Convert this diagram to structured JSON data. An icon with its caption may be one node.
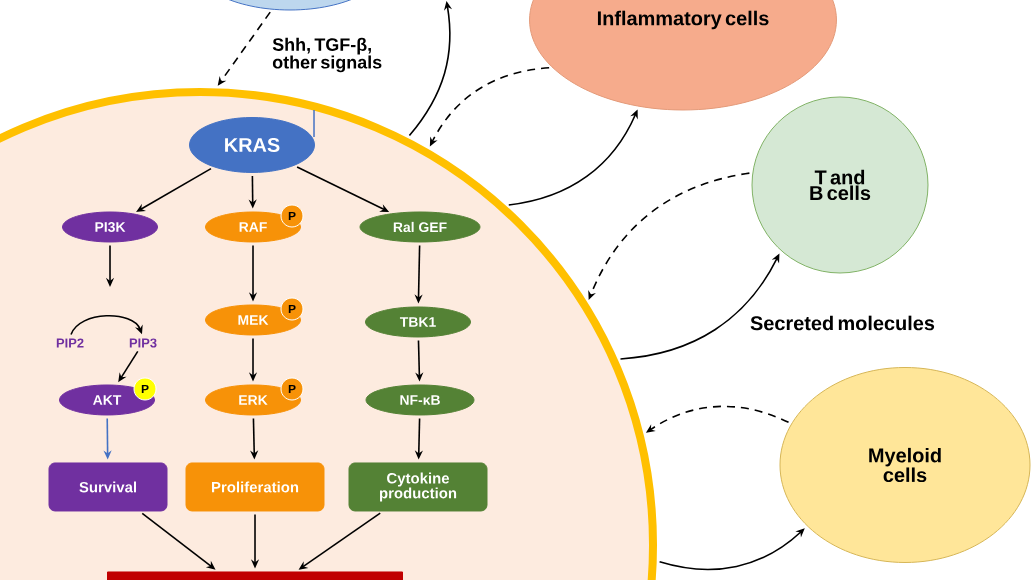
{
  "diagram": {
    "nodes": [
      {
        "text": [],
        "shape": "circle"
      },
      {
        "text": [
          "Inflammatory cells"
        ]
      },
      {
        "text": [],
        "shape": "circle"
      },
      {
        "text": [
          "KRAS"
        ],
        "in": 2
      },
      {
        "text": [
          "T and B cells"
        ]
      },
      {
        "text": [
          "PI3K"
        ],
        "in": 2
      },
      {
        "text": [
          "RAF"
        ],
        "in": 2
      },
      {
        "text": [
          "P"
        ],
        "in": 2
      },
      {
        "text": [
          "Ral GEF"
        ],
        "in": 2
      },
      {
        "text": [
          "PIP2"
        ],
        "in": 2
      },
      {
        "text": [
          "PIP3"
        ],
        "in": 2
      },
      {
        "text": [
          "MEK"
        ],
        "in": 2
      },
      {
        "text": [
          "P"
        ],
        "in": 2
      },
      {
        "text": [
          "TBK1"
        ],
        "in": 2
      },
      {
        "text": [
          "AKT"
        ],
        "in": 2
      },
      {
        "text": [
          "P"
        ],
        "in": 2
      },
      {
        "text": [
          "ERK"
        ],
        "in": 2
      },
      {
        "text": [
          "P"
        ],
        "in": 2
      },
      {
        "text": [
          "NF-κB"
        ],
        "in": 2
      },
      {
        "text": [
          "Myeloid cells"
        ]
      },
      {
        "text": [
          "Survival"
        ],
        "in": 2
      },
      {
        "text": [
          "Proliferation"
        ],
        "in": 2
      },
      {
        "text": [
          "Cytokine production"
        ],
        "in": 2
      },
      {
        "text": [],
        "shape": "bar",
        "in": 2
      }
    ],
    "edges": [
      {
        "from": 0,
        "to": 2,
        "arrow": "to",
        "style": "dashed"
      },
      {
        "from": 2,
        "to": null,
        "arrow": "to"
      },
      {
        "from": 1,
        "to": 2,
        "arrow": "to",
        "style": "dashed"
      },
      {
        "from": 2,
        "to": 1,
        "arrow": "to"
      },
      {
        "from": 4,
        "to": 2,
        "arrow": "to",
        "style": "dashed"
      },
      {
        "from": 2,
        "to": 4,
        "arrow": "to"
      },
      {
        "from": 19,
        "to": 2,
        "arrow": "to",
        "style": "dashed"
      },
      {
        "from": 2,
        "to": 19,
        "arrow": "to"
      },
      {
        "from": 3,
        "to": 5,
        "arrow": "to"
      },
      {
        "from": 3,
        "to": 6,
        "arrow": "to"
      },
      {
        "from": 3,
        "to": 8,
        "arrow": "to"
      },
      {
        "from": 5,
        "to": null,
        "arrow": "to"
      },
      {
        "from": 9,
        "to": 10,
        "arrow": "to"
      },
      {
        "from": 10,
        "to": 14,
        "arrow": "to"
      },
      {
        "from": 6,
        "to": 11,
        "arrow": "to"
      },
      {
        "from": 11,
        "to": 16,
        "arrow": "to"
      },
      {
        "from": 8,
        "to": 13,
        "arrow": "to"
      },
      {
        "from": 13,
        "to": 18,
        "arrow": "to"
      },
      {
        "from": 14,
        "to": 20,
        "arrow": "to",
        "color": "#4472c4"
      },
      {
        "from": 16,
        "to": 21,
        "arrow": "to"
      },
      {
        "from": 18,
        "to": 22,
        "arrow": "to"
      },
      {
        "from": 20,
        "to": 23,
        "arrow": "to"
      },
      {
        "from": 21,
        "to": 23,
        "arrow": "to"
      },
      {
        "from": 22,
        "to": 23,
        "arrow": "to"
      }
    ],
    "labels": [
      "Shh, TGF-β, other signals",
      "Secreted molecules"
    ]
  }
}
